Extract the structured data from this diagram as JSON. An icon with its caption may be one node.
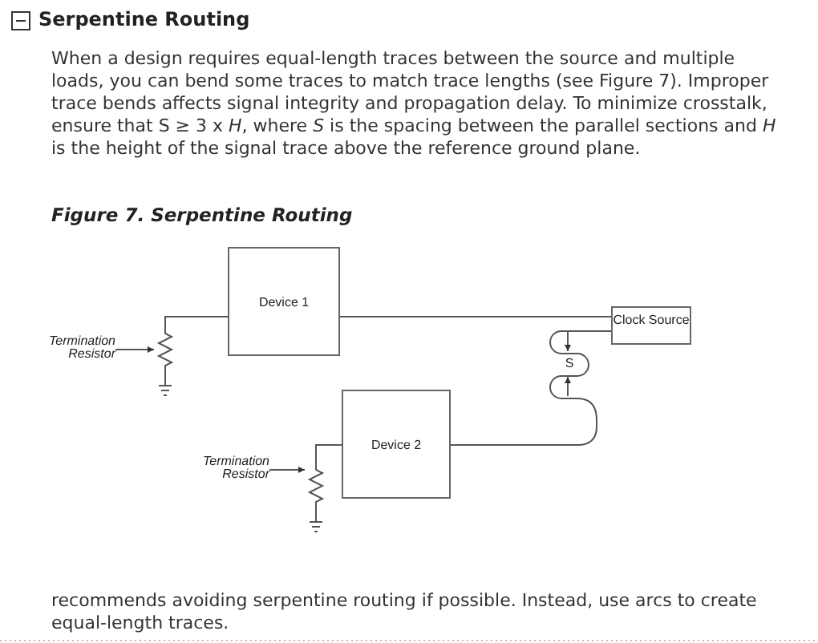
{
  "diagram": {
    "title": "Serpentine Routing",
    "caption": "Figure 7. Serpentine Routing",
    "nodes": [
      {
        "text": [
          "Device 1"
        ]
      },
      {
        "text": [
          "Clock Source"
        ]
      },
      {
        "text": [
          "Termination Resistor"
        ]
      },
      {
        "text": [],
        "shape": "resistor"
      },
      {
        "text": [
          "Device 2"
        ]
      },
      {
        "text": [
          "Termination Resistor"
        ]
      },
      {
        "text": [],
        "shape": "resistor"
      }
    ],
    "edges": [
      {
        "from": 1,
        "to": 0,
        "arrow": "none"
      },
      {
        "from": 0,
        "to": 3,
        "arrow": "none"
      },
      {
        "from": 2,
        "to": 3,
        "arrow": "to"
      },
      {
        "from": 1,
        "to": 4,
        "arrow": "none"
      },
      {
        "from": 4,
        "to": 6,
        "arrow": "none"
      },
      {
        "from": 5,
        "to": 6,
        "arrow": "to"
      }
    ],
    "labels": [
      "When a design requires equal-length traces between the source and multiple loads, you can bend some traces to match trace lengths (see Figure 7). Improper trace bends affects signal integrity and propagation delay. To minimize crosstalk, ensure that S ≥ 3 x *H*, where *S* is the spacing between the parallel sections and *H* is the height of the signal trace above the reference ground plane.",
      "S",
      "recommends avoiding serpentine routing if possible. Instead, use arcs to create equal-length traces."
    ]
  }
}
